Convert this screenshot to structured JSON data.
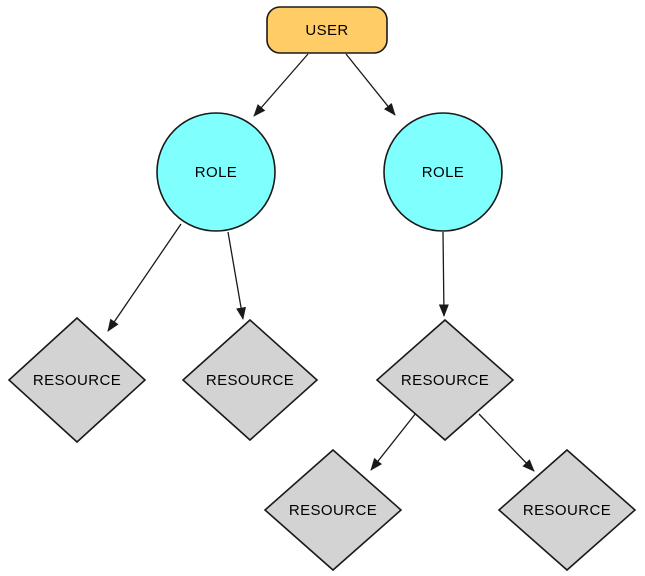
{
  "diagram": {
    "type": "access-control-tree",
    "colors": {
      "background": "#FFFFFF",
      "user_fill": "#FFCC66",
      "role_fill": "#80FFFF",
      "resource_fill": "#D3D3D3",
      "stroke": "#1A1A1A",
      "edge_stroke": "#1A1A1A",
      "text": "#000000"
    },
    "nodes": {
      "user": {
        "label": "USER",
        "shape": "rounded-rectangle"
      },
      "role_left": {
        "label": "ROLE",
        "shape": "circle"
      },
      "role_right": {
        "label": "ROLE",
        "shape": "circle"
      },
      "resource_1": {
        "label": "RESOURCE",
        "shape": "diamond"
      },
      "resource_2": {
        "label": "RESOURCE",
        "shape": "diamond"
      },
      "resource_3": {
        "label": "RESOURCE",
        "shape": "diamond"
      },
      "resource_4": {
        "label": "RESOURCE",
        "shape": "diamond"
      },
      "resource_5": {
        "label": "RESOURCE",
        "shape": "diamond"
      }
    },
    "edges": [
      {
        "from": "user",
        "to": "role_left",
        "arrow": "filled-triangle"
      },
      {
        "from": "user",
        "to": "role_right",
        "arrow": "filled-triangle"
      },
      {
        "from": "role_left",
        "to": "resource_1",
        "arrow": "filled-triangle"
      },
      {
        "from": "role_left",
        "to": "resource_2",
        "arrow": "filled-triangle"
      },
      {
        "from": "role_right",
        "to": "resource_3",
        "arrow": "filled-triangle"
      },
      {
        "from": "resource_3",
        "to": "resource_4",
        "arrow": "filled-triangle"
      },
      {
        "from": "resource_3",
        "to": "resource_5",
        "arrow": "filled-triangle"
      }
    ]
  }
}
